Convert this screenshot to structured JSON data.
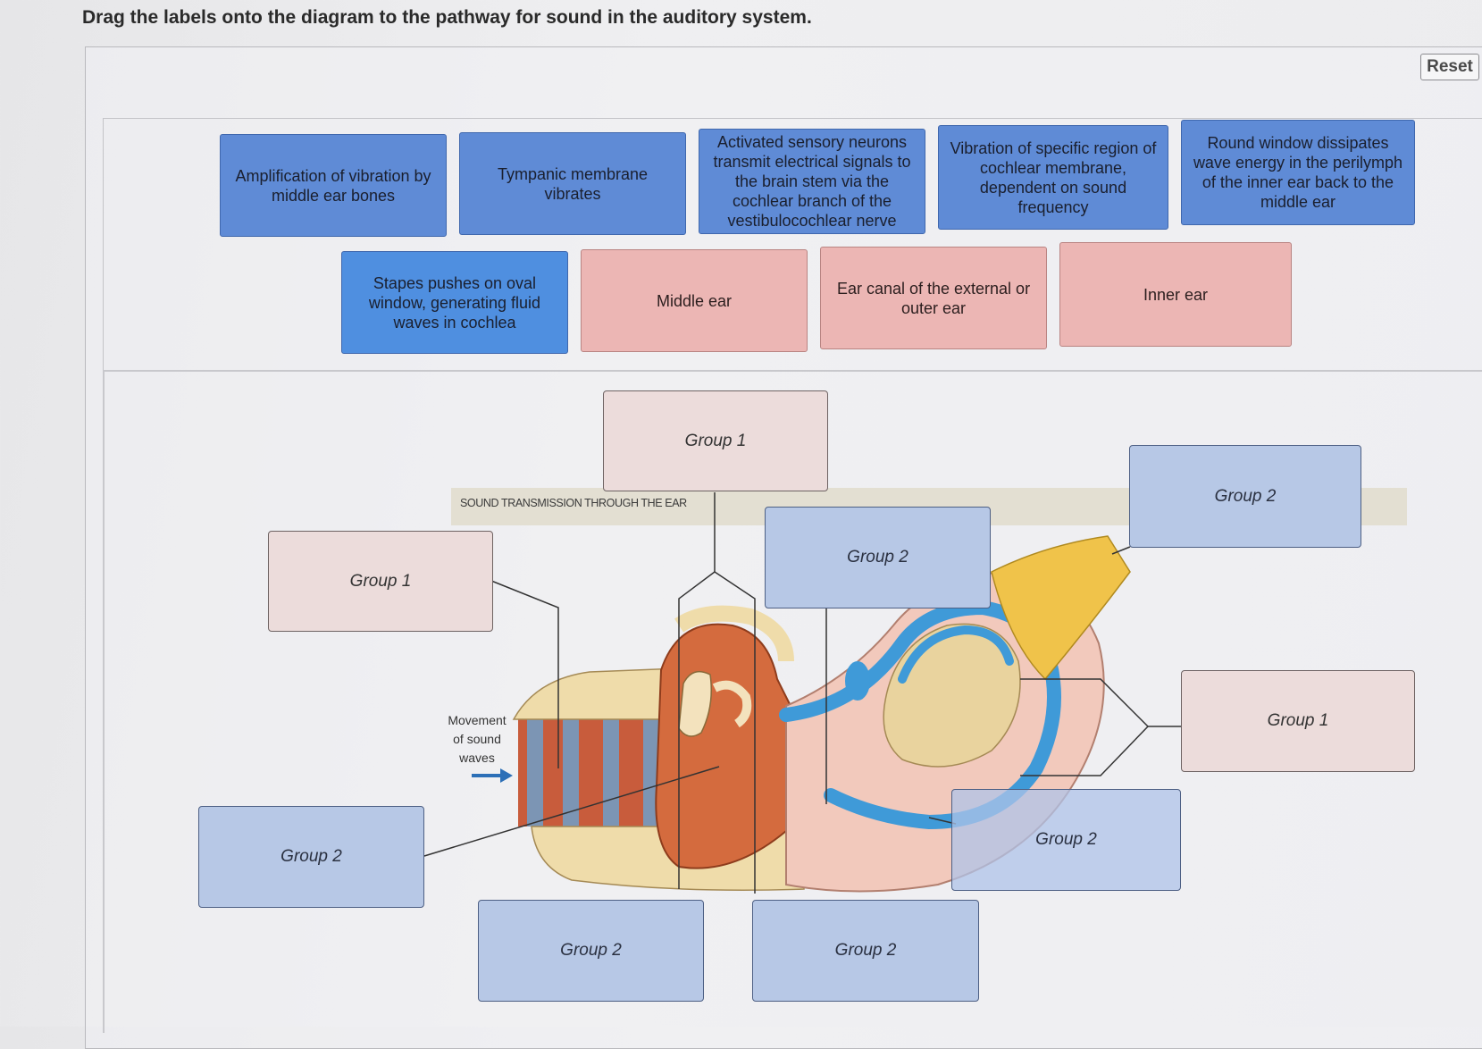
{
  "instruction": "Drag the labels onto the diagram to the pathway for sound in the auditory system.",
  "reset_label": "Reset",
  "labels_blue": [
    {
      "text": "Amplification of vibration by middle ear bones"
    },
    {
      "text": "Tympanic membrane vibrates"
    },
    {
      "text": "Activated sensory neurons transmit electrical signals to the brain stem via the cochlear branch of the vestibulocochlear nerve"
    },
    {
      "text": "Vibration of specific region of cochlear membrane, dependent on sound frequency"
    },
    {
      "text": "Round window dissipates wave energy in the perilymph of the inner ear back to the middle ear"
    },
    {
      "text": "Stapes pushes on oval window, generating fluid waves in cochlea"
    }
  ],
  "labels_pink": [
    {
      "text": "Middle ear"
    },
    {
      "text": "Ear canal of the external or outer ear"
    },
    {
      "text": "Inner ear"
    }
  ],
  "diagram": {
    "title": "SOUND TRANSMISSION THROUGH THE EAR",
    "movement_label": "Movement of sound waves"
  },
  "targets": {
    "group1": "Group 1",
    "group2": "Group 2"
  },
  "colors": {
    "label_blue": "#5f8bd6",
    "label_pink": "#ecb6b4",
    "target_group1": "#ecdcdb",
    "target_group2": "#b7c8e6"
  }
}
